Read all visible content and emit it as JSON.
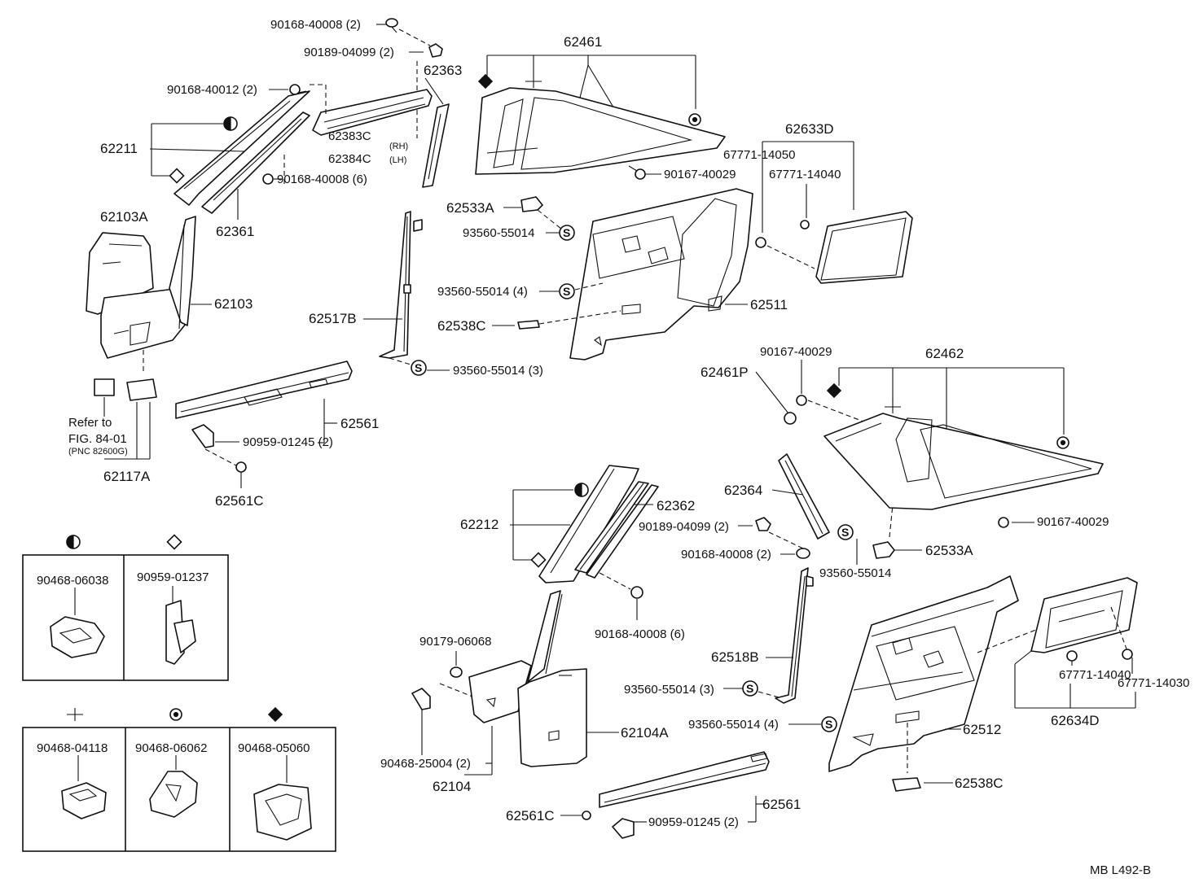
{
  "labels": {
    "p90168_40008_2": "90168-40008 (2)",
    "p90189_04099_2": "90189-04099 (2)",
    "p62363": "62363",
    "p62461": "62461",
    "p90168_40012_2": "90168-40012 (2)",
    "p62211": "62211",
    "p62383C": "62383C",
    "rh": "(RH)",
    "p62384C": "62384C",
    "lh": "(LH)",
    "p90168_40008_6a": "90168-40008 (6)",
    "p62633D": "62633D",
    "p67771_14050": "67771-14050",
    "p67771_14040a": "67771-14040",
    "p90167_40029a": "90167-40029",
    "p62103A": "62103A",
    "p62361": "62361",
    "p62533Aa": "62533A",
    "p93560_55014a": "93560-55014",
    "p62103": "62103",
    "p93560_55014_4a": "93560-55014 (4)",
    "p62511": "62511",
    "p62517B": "62517B",
    "p62538Ca": "62538C",
    "p93560_55014_3a": "93560-55014 (3)",
    "p90167_40029b": "90167-40029",
    "p62462": "62462",
    "p62461P": "62461P",
    "refer_to": "Refer to",
    "fig": "FIG. 84-01",
    "pnc": "(PNC 82600G)",
    "p62561a": "62561",
    "p90959_01245_2a": "90959-01245 (2)",
    "p62117A": "62117A",
    "p62561C_a": "62561C",
    "p62212": "62212",
    "p62362": "62362",
    "p62364": "62364",
    "p90189_04099_2b": "90189-04099 (2)",
    "p90168_40008_2b": "90168-40008 (2)",
    "p90167_40029c": "90167-40029",
    "p62533Ab": "62533A",
    "p93560_55014b": "93560-55014",
    "p90168_40008_6b": "90168-40008 (6)",
    "p90179_06068": "90179-06068",
    "p62518B": "62518B",
    "p93560_55014_3b": "93560-55014 (3)",
    "p93560_55014_4b": "93560-55014 (4)",
    "p62104A": "62104A",
    "p62512": "62512",
    "p67771_14030": "67771-14030",
    "p67771_14040b": "67771-14040",
    "p62634D": "62634D",
    "p90468_25004_2": "90468-25004 (2)",
    "p62104": "62104",
    "p62538Cb": "62538C",
    "p62561b": "62561",
    "p62561C_b": "62561C",
    "p90959_01245_2b": "90959-01245 (2)",
    "footer": "MB  L492-B",
    "s_mark": "S"
  },
  "legend_top": [
    {
      "symbol": "half-circle-icon",
      "part": "90468-06038"
    },
    {
      "symbol": "diamond-icon",
      "part": "90959-01237"
    }
  ],
  "legend_bottom": [
    {
      "symbol": "cross-icon",
      "part": "90468-04118"
    },
    {
      "symbol": "ring-icon",
      "part": "90468-06062"
    },
    {
      "symbol": "four-dot-icon",
      "part": "90468-05060"
    }
  ]
}
